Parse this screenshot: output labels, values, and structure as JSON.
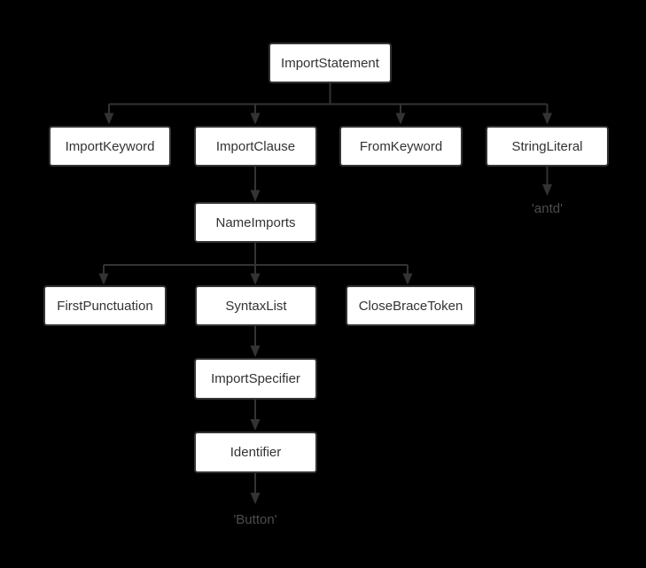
{
  "diagram": {
    "type": "syntax-tree",
    "colors": {
      "background": "#000000",
      "node_fill": "#ffffff",
      "node_border": "#333333",
      "node_text": "#333333",
      "edge": "#333333",
      "leaf_text": "#4d4d4d"
    },
    "nodes": {
      "importStatement": {
        "label": "ImportStatement"
      },
      "importKeyword": {
        "label": "ImportKeyword"
      },
      "importClause": {
        "label": "ImportClause"
      },
      "fromKeyword": {
        "label": "FromKeyword"
      },
      "stringLiteral": {
        "label": "StringLiteral"
      },
      "nameImports": {
        "label": "NameImports"
      },
      "firstPunctuation": {
        "label": "FirstPunctuation"
      },
      "syntaxList": {
        "label": "SyntaxList"
      },
      "closeBraceToken": {
        "label": "CloseBraceToken"
      },
      "importSpecifier": {
        "label": "ImportSpecifier"
      },
      "identifier": {
        "label": "Identifier"
      },
      "antdLiteral": {
        "label": "'antd'"
      },
      "buttonLiteral": {
        "label": "'Button'"
      }
    },
    "edges": [
      {
        "from": "ImportStatement",
        "to": "ImportKeyword"
      },
      {
        "from": "ImportStatement",
        "to": "ImportClause"
      },
      {
        "from": "ImportStatement",
        "to": "FromKeyword"
      },
      {
        "from": "ImportStatement",
        "to": "StringLiteral"
      },
      {
        "from": "ImportClause",
        "to": "NameImports"
      },
      {
        "from": "StringLiteral",
        "to": "'antd'"
      },
      {
        "from": "NameImports",
        "to": "FirstPunctuation"
      },
      {
        "from": "NameImports",
        "to": "SyntaxList"
      },
      {
        "from": "NameImports",
        "to": "CloseBraceToken"
      },
      {
        "from": "SyntaxList",
        "to": "ImportSpecifier"
      },
      {
        "from": "ImportSpecifier",
        "to": "Identifier"
      },
      {
        "from": "Identifier",
        "to": "'Button'"
      }
    ]
  }
}
